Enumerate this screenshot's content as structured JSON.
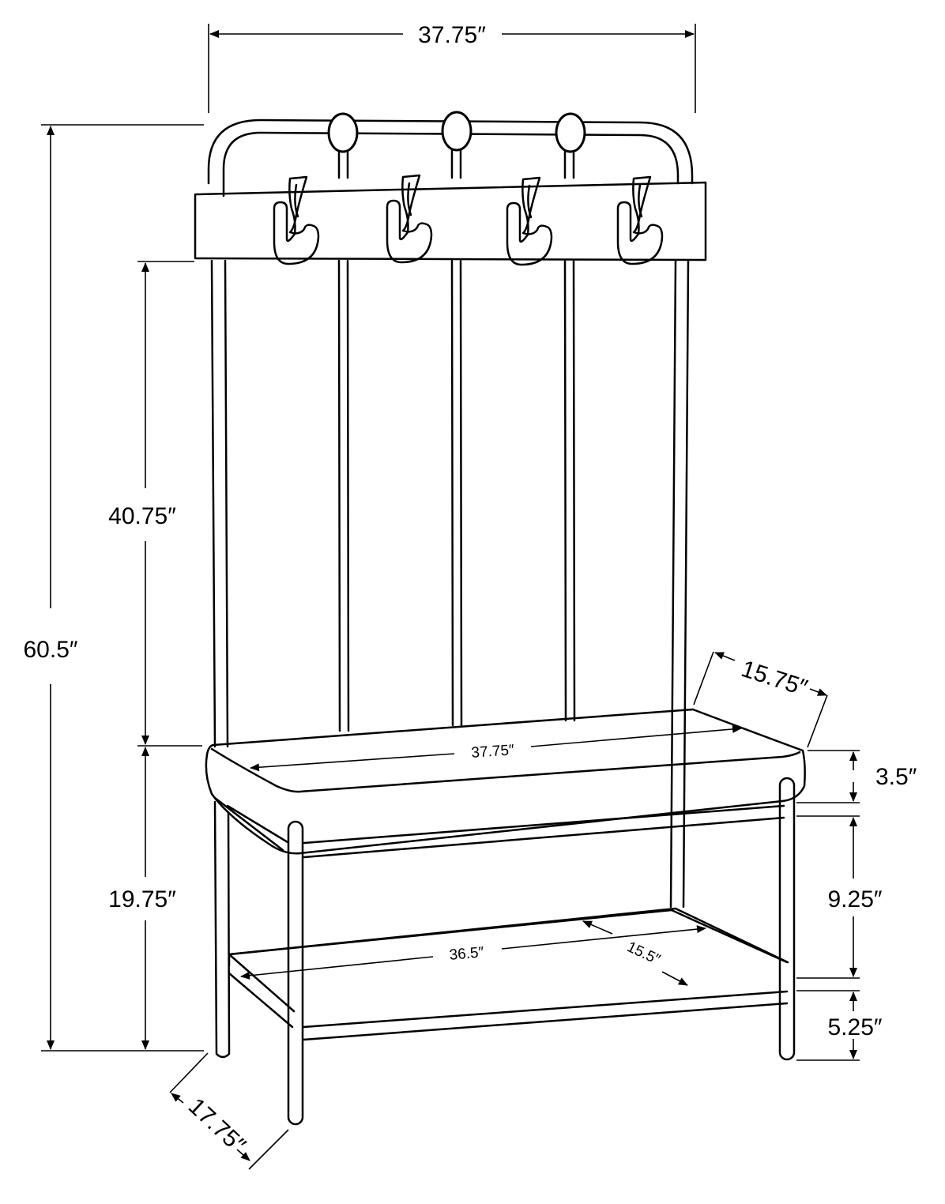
{
  "dimensions": {
    "overall_width": "37.75″",
    "overall_height": "60.5″",
    "back_height": "40.75″",
    "seat_height": "19.75″",
    "overall_depth": "17.75″",
    "seat_depth": "15.75″",
    "seat_width": "37.75″",
    "cushion_thickness": "3.5″",
    "shelf_clearance": "9.25″",
    "shelf_height": "5.25″",
    "shelf_width": "36.5″",
    "shelf_depth": "15.5″"
  }
}
